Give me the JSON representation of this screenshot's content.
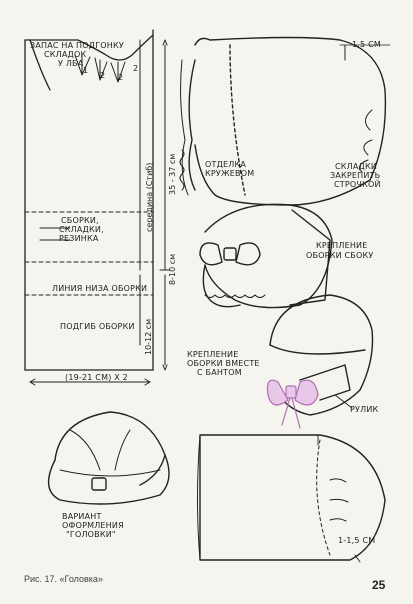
{
  "labels": {
    "seam_allowance": [
      "Запас на подгонку",
      "складок",
      "у лба"
    ],
    "gathers": [
      "сборки,",
      "складки,",
      "резинка"
    ],
    "ruffle_line": "линия низа оборки",
    "ruffle_hem": "подгиб оборки",
    "lace_trim": [
      "отделка",
      "кружевом"
    ],
    "folds_stitched": [
      "складки",
      "закрепить",
      "строчкой"
    ],
    "side_attachment": [
      "крепление",
      "оборки сбоку"
    ],
    "bow_attachment": [
      "крепление",
      "оборки вместе",
      "с бантом"
    ],
    "piping": "рулик",
    "variant": [
      "вариант",
      "оформления",
      "\"головки\""
    ]
  },
  "dimensions": {
    "center": "середина (Стиб)",
    "height_1": "35 - 37 см",
    "height_2": "8-10 см",
    "height_3": "10-12 см",
    "width": "(19-21 см) x 2",
    "margin_top": "1,5 см",
    "margin_bottom": "1-1,5 см"
  },
  "numbers": [
    "1",
    "2",
    "2",
    "2"
  ],
  "caption": "Рис. 17. «Головка»",
  "page_number": "25",
  "colors": {
    "ink": "#222222",
    "paper": "#f6f4ee",
    "bow": "#c487c4"
  }
}
